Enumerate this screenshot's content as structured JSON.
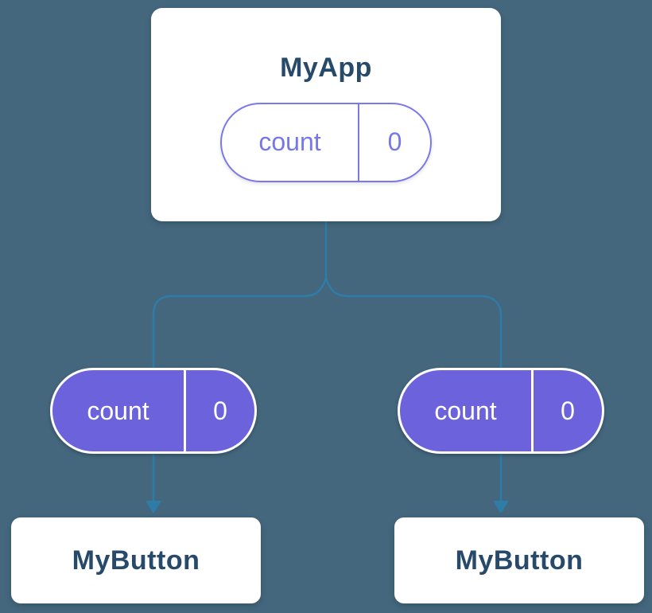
{
  "colors": {
    "background": "#44677D",
    "card_bg": "#FFFFFF",
    "title_text": "#27496A",
    "pill_outline": "#7B79EA",
    "pill_outline_text": "#7678EA",
    "pill_fill": "#6C63DC",
    "pill_fill_text": "#FFFFFF",
    "connector": "#2E7CA8"
  },
  "diagram": {
    "root": {
      "title": "MyApp",
      "state": {
        "label": "count",
        "value": "0"
      }
    },
    "children": [
      {
        "title": "MyButton",
        "prop": {
          "label": "count",
          "value": "0"
        }
      },
      {
        "title": "MyButton",
        "prop": {
          "label": "count",
          "value": "0"
        }
      }
    ]
  }
}
